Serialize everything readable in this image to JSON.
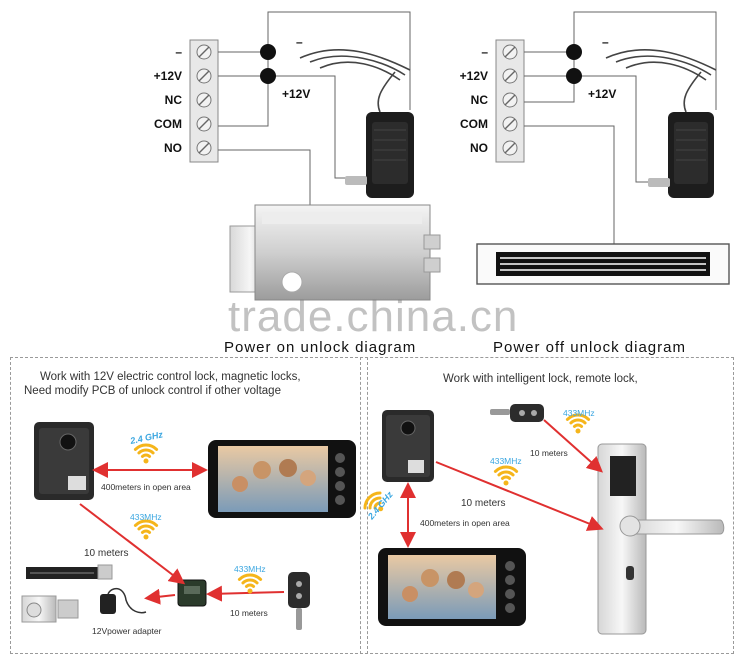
{
  "top": {
    "left": {
      "terminals": [
        "–",
        "+12V",
        "NC",
        "COM",
        "NO"
      ],
      "junction_minus": "–",
      "junction_plus": "+12V",
      "caption": "Power  on  unlock  diagram"
    },
    "right": {
      "terminals": [
        "–",
        "+12V",
        "NC",
        "COM",
        "NO"
      ],
      "junction_minus": "–",
      "junction_plus": "+12V",
      "caption": "Power  off  unlock  diagram"
    },
    "watermark": "trade.china.cn"
  },
  "bottom_left": {
    "note_line1": "Work with 12V electric control lock, magnetic locks,",
    "note_line2": "Need modify PCB of unlock control if other voltage",
    "freq_24": "2.4 GHz",
    "range_note": "400meters in open area",
    "freq_433_a": "433MHz",
    "dist_a": "10 meters",
    "freq_433_b": "433MHz",
    "dist_b": "10 meters",
    "adapter_label": "12Vpower adapter"
  },
  "bottom_right": {
    "note": "Work with  intelligent lock, remote lock,",
    "freq_433_remote": "433MHz",
    "dist_remote": "10 meters",
    "freq_433_lock": "433MHz",
    "dist_lock": "10 meters",
    "freq_24": "2.4 GHz",
    "range_note": "400meters in open area"
  },
  "colors": {
    "arrow": "#e03030",
    "wifi": "#f5b51b",
    "freq_text": "#3aa6e0",
    "wire": "#555555"
  }
}
